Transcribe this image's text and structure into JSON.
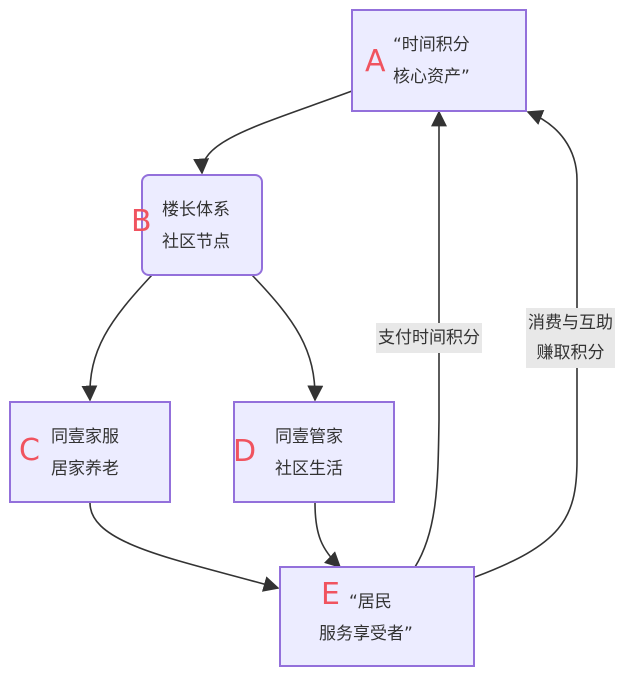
{
  "diagram": {
    "type": "flowchart",
    "colors": {
      "node_fill": "#ececff",
      "node_border": "#9370db",
      "text": "#333333",
      "letter_mark": "#f0535f",
      "edge": "#333333",
      "edge_label_bg": "#e8e8e8"
    },
    "nodes": {
      "A": {
        "letter": "A",
        "line1": "“时间积分",
        "line2": "核心资产”"
      },
      "B": {
        "letter": "B",
        "line1": "楼长体系",
        "line2": "社区节点"
      },
      "C": {
        "letter": "C",
        "line1": "同壹家服",
        "line2": "居家养老"
      },
      "D": {
        "letter": "D",
        "line1": "同壹管家",
        "line2": "社区生活"
      },
      "E": {
        "letter": "E",
        "line1": "“居民",
        "line2": "服务享受者”"
      }
    },
    "edges": [
      {
        "from": "A",
        "to": "B",
        "label": ""
      },
      {
        "from": "B",
        "to": "C",
        "label": ""
      },
      {
        "from": "B",
        "to": "D",
        "label": ""
      },
      {
        "from": "C",
        "to": "E",
        "label": ""
      },
      {
        "from": "D",
        "to": "E",
        "label": ""
      },
      {
        "from": "E",
        "to": "A",
        "label": "支付时间积分"
      },
      {
        "from": "E",
        "to": "A",
        "label": "消费与互助赚取积分"
      }
    ],
    "edge_labels": {
      "pay": "支付时间积分",
      "earn_line1": "消费与互助",
      "earn_line2": "赚取积分"
    }
  }
}
